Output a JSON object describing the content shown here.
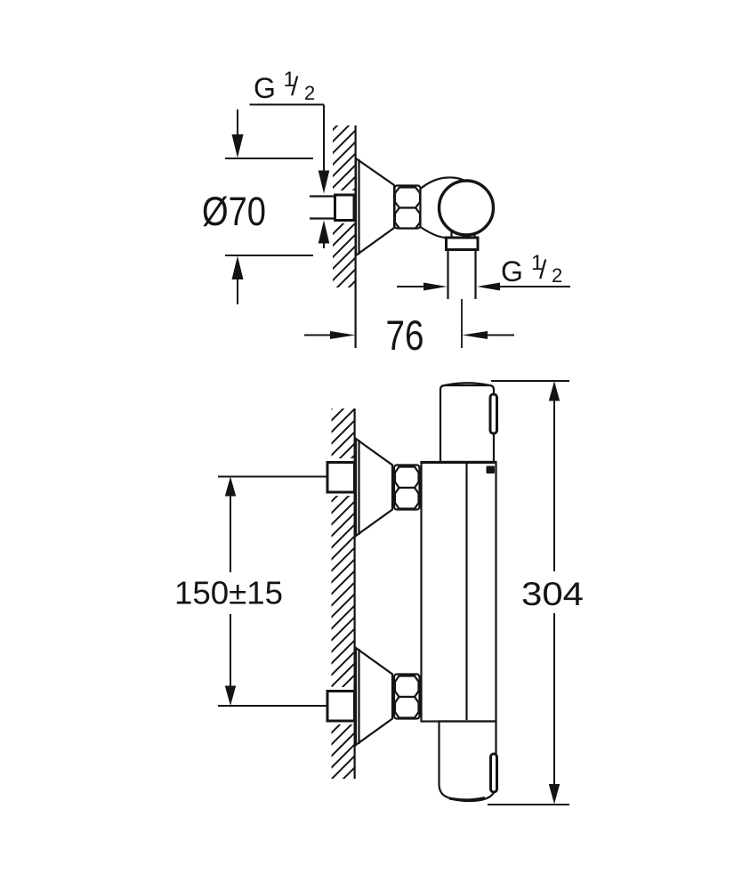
{
  "page": {
    "background": "#ffffff",
    "ink": "#141414"
  },
  "top_view": {
    "thread_label_wall": {
      "label": "G 1/2",
      "prefix": "G",
      "numerator": "1",
      "slash": "/",
      "denominator": "2"
    },
    "diameter_label": "Ø70",
    "offset_label": "76",
    "outlet_thread_label": {
      "label": "G 1/2",
      "prefix": "G",
      "numerator": "1",
      "slash": "/",
      "denominator": "2"
    }
  },
  "side_view": {
    "center_distance_label": "150±15",
    "height_label": "304"
  }
}
